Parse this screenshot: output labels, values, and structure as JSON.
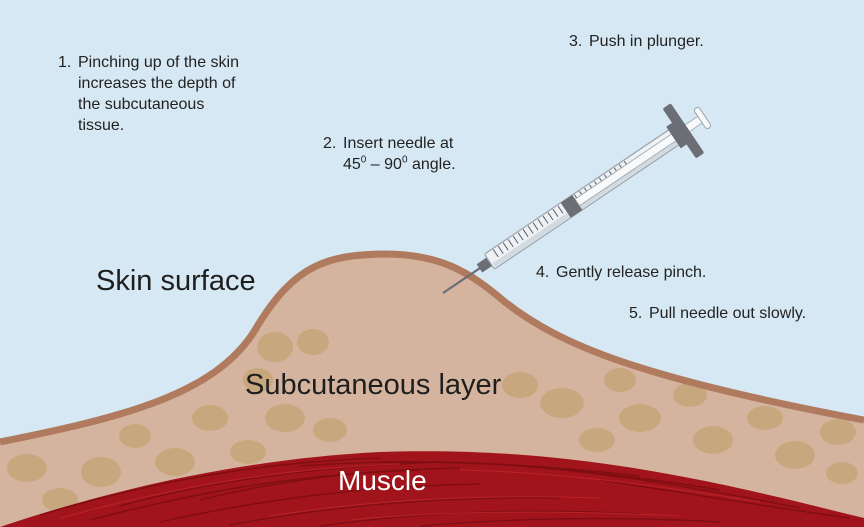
{
  "steps": [
    {
      "num": "1.",
      "lines": [
        "Pinching up of the skin",
        "increases the depth of",
        "the subcutaneous",
        "tissue."
      ]
    },
    {
      "num": "2.",
      "line1": "Insert needle at",
      "angle_a": "45",
      "angle_sup_a": "0",
      "dash": " – ",
      "angle_b": "90",
      "angle_sup_b": "0",
      "angle_tail": " angle."
    },
    {
      "num": "3.",
      "text": "Push in plunger."
    },
    {
      "num": "4.",
      "text": "Gently release pinch."
    },
    {
      "num": "5.",
      "text": "Pull needle out slowly."
    }
  ],
  "labels": {
    "skin_surface": "Skin surface",
    "subcutaneous": "Subcutaneous layer",
    "muscle": "Muscle"
  },
  "colors": {
    "background": "#d6e8f3",
    "skin_line": "#b07a5e",
    "subcutaneous": "#d4b49e",
    "fat_cells": "#c9a77e",
    "muscle": "#a2141b",
    "syringe_barrel": "#eef2f5",
    "syringe_dark": "#6b6e74"
  }
}
